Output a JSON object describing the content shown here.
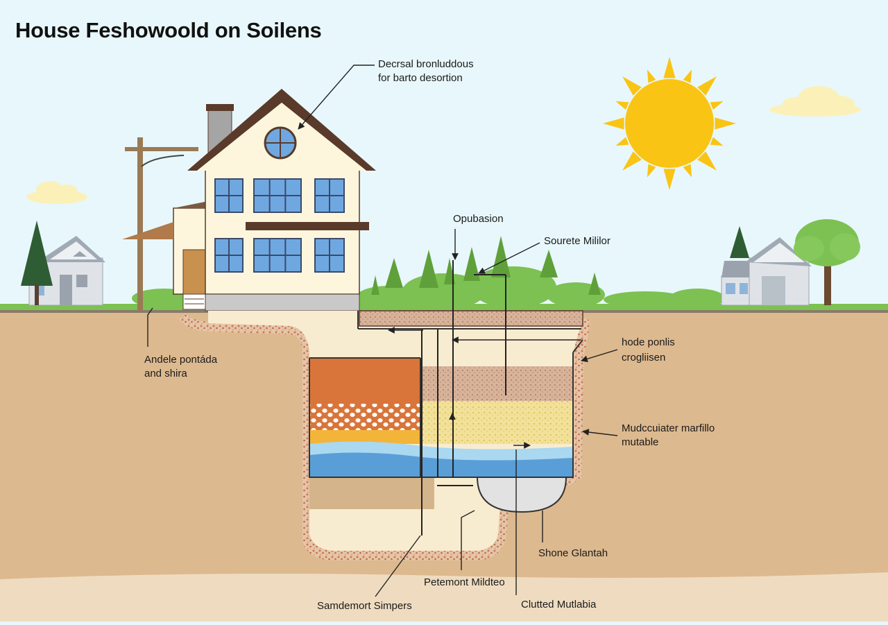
{
  "title": "House Feshowoold on Soilens",
  "labels": {
    "roof_line1": "Decrsal bronluddous",
    "roof_line2": "for barto desortion",
    "opubasion": "Opubasion",
    "sourete": "Sourete Mililor",
    "andele_line1": "Andele pontáda",
    "andele_line2": "and shira",
    "hode_line1": "hode ponlis",
    "hode_line2": "crogliisen",
    "mudc_line1": "Mudccuiater marfillo",
    "mudc_line2": "mutable",
    "shone": "Shone Glantah",
    "petemont": "Petemont Mildteo",
    "samdemort": "Samdemort Simpers",
    "clutted": "Clutted Mutlabia"
  },
  "colors": {
    "sky": "#e8f7fb",
    "ground": "#ddb98f",
    "deep_ground": "#efdcc0",
    "grass": "#7cc152",
    "sun": "#f9c414",
    "wall": "#fdf6dc",
    "roof": "#5a3a2a",
    "window": "#6fa8e0",
    "layer_orange": "#d9753a",
    "layer_gravel": "#f2e19a",
    "layer_yellow": "#f3b43a",
    "water_light": "#a9d8f0",
    "water_dark": "#5a9ed8",
    "gravel_fill": "#e6c5a7"
  },
  "icons": [
    "sun-icon",
    "cloud-icon",
    "tree-icon",
    "house-icon",
    "utility-pole-icon"
  ]
}
